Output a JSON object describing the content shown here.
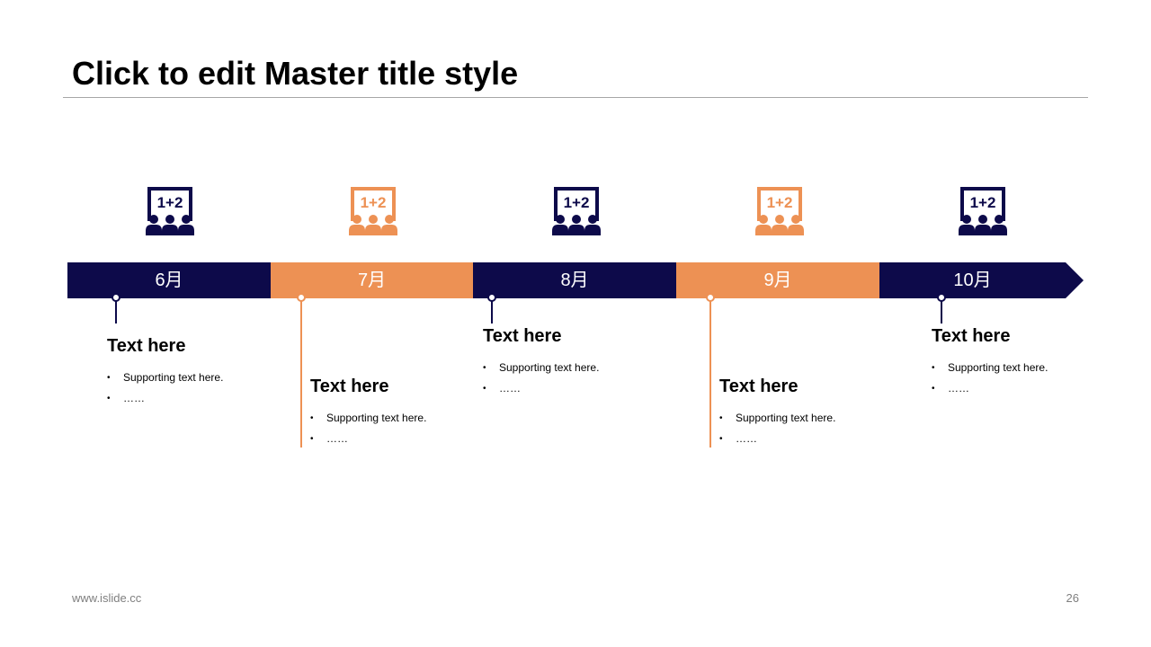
{
  "slide": {
    "title": "Click to edit Master title style",
    "footer_url": "www.islide.cc",
    "page_number": "26"
  },
  "colors": {
    "navy": "#0d0a4a",
    "orange": "#ed9154",
    "rule": "#a6a6a6"
  },
  "timeline": {
    "months": [
      "6月",
      "7月",
      "8月",
      "9月",
      "10月"
    ],
    "icon": {
      "name": "classroom-icon",
      "label": "1+2"
    },
    "items": [
      {
        "heading": "Text here",
        "bullets": [
          "Supporting text here.",
          "……"
        ]
      },
      {
        "heading": "Text here",
        "bullets": [
          "Supporting text here.",
          "……"
        ]
      },
      {
        "heading": "Text here",
        "bullets": [
          "Supporting text here.",
          "……"
        ]
      },
      {
        "heading": "Text here",
        "bullets": [
          "Supporting text here.",
          "……"
        ]
      },
      {
        "heading": "Text here",
        "bullets": [
          "Supporting text here.",
          "……"
        ]
      }
    ]
  }
}
